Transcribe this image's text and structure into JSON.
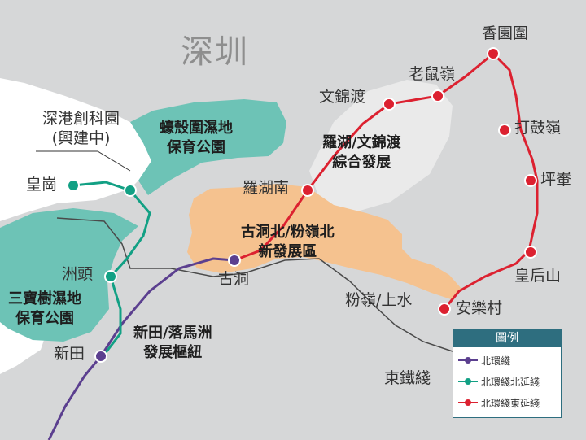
{
  "city_label": "深圳",
  "areas": {
    "hoi_ha": "蠔殼圍濕地\n保育公園",
    "sam_po_shue": "三寶樹濕地\n保育公園",
    "lo_wu_man_kam_to": "羅湖/文錦渡\n綜合發展",
    "kwu_tung_fanling": "古洞北/粉嶺北\n新發展區",
    "san_tin_lok_ma_chau": "新田/落馬洲\n發展樞紐"
  },
  "park_note": "深港創科園\n(興建中)",
  "stations": {
    "heung_yuen_wai": "香園圍",
    "lo_shue_ling": "老鼠嶺",
    "man_kam_to": "文錦渡",
    "ta_kwu_ling": "打鼓嶺",
    "ping_che": "坪輋",
    "lo_wu_south": "羅湖南",
    "wong_hau_shan": "皇后山",
    "on_lok_tsuen": "安樂村",
    "wong_kong": "皇崗",
    "chau_tau": "洲頭",
    "san_tin": "新田",
    "kwu_tung": "古洞",
    "fanling_sheung_shui": "粉嶺/上水"
  },
  "east_rail_label": "東鐵綫",
  "legend": {
    "title": "圖例",
    "items": [
      {
        "label": "北環綫",
        "color": "#5b3f8f"
      },
      {
        "label": "北環綫北延綫",
        "color": "#12a084"
      },
      {
        "label": "北環綫東延綫",
        "color": "#dc2130"
      }
    ]
  },
  "colors": {
    "land": "#d6d7d8",
    "sea": "#ffffff",
    "wetland": "#6dc3b6",
    "development": "#f5c28f",
    "frontier_zone": "#eaeaea",
    "purple_line": "#5b3f8f",
    "green_line": "#12a084",
    "red_line": "#dc2130",
    "east_rail": "#4a4a4a"
  }
}
